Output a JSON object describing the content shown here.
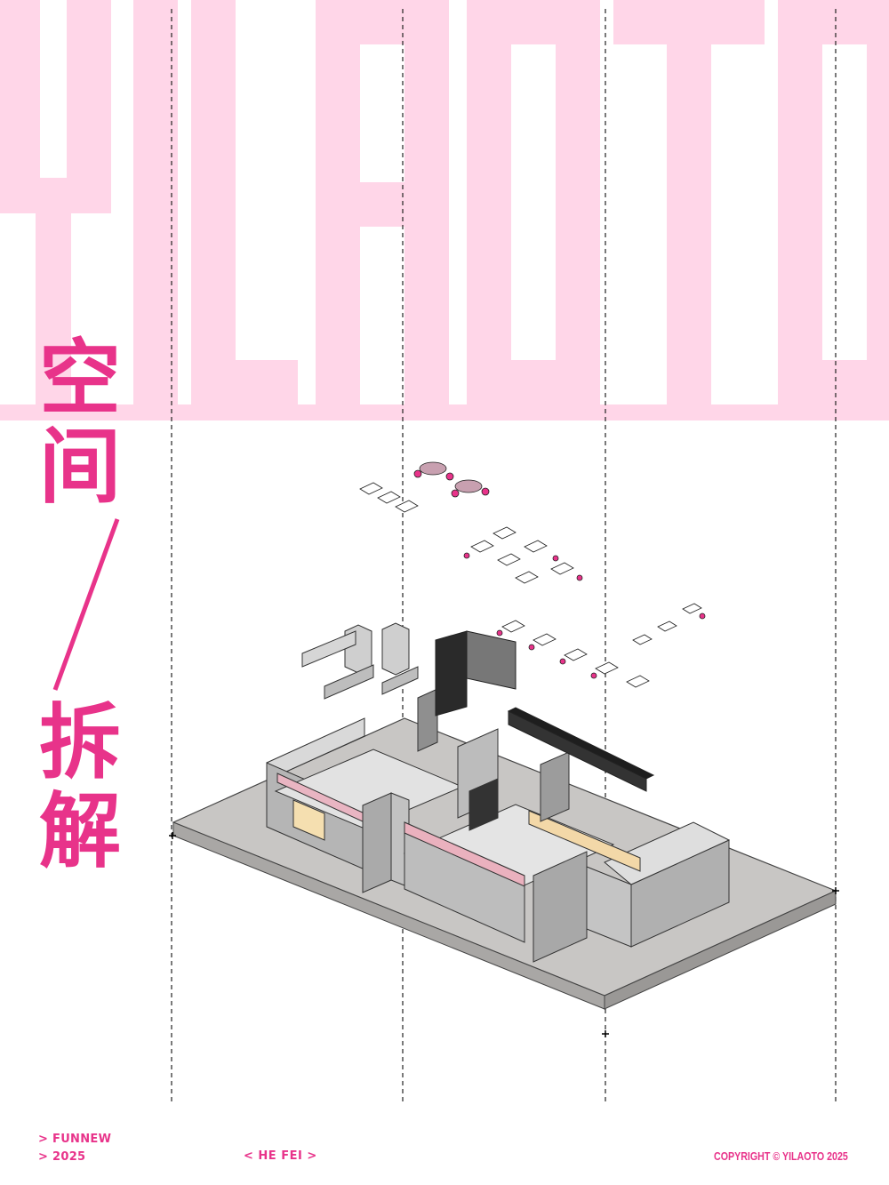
{
  "title": {
    "letters": [
      "Y",
      "I",
      "L",
      "A",
      "O",
      "T",
      "O"
    ]
  },
  "heading": {
    "char1": "空",
    "char2": "间",
    "char3": "拆",
    "char4": "解"
  },
  "footer": {
    "line1": "> FUNNEW",
    "line2": "> 2025",
    "city": "< HE FEI >",
    "copyright": "COPYRIGHT © YILAOTO 2025"
  },
  "colors": {
    "accent": "#e8338a",
    "title_pink": "#ffd6e8",
    "floor": "#c8c6c4",
    "wall": "#b9b9b9"
  }
}
